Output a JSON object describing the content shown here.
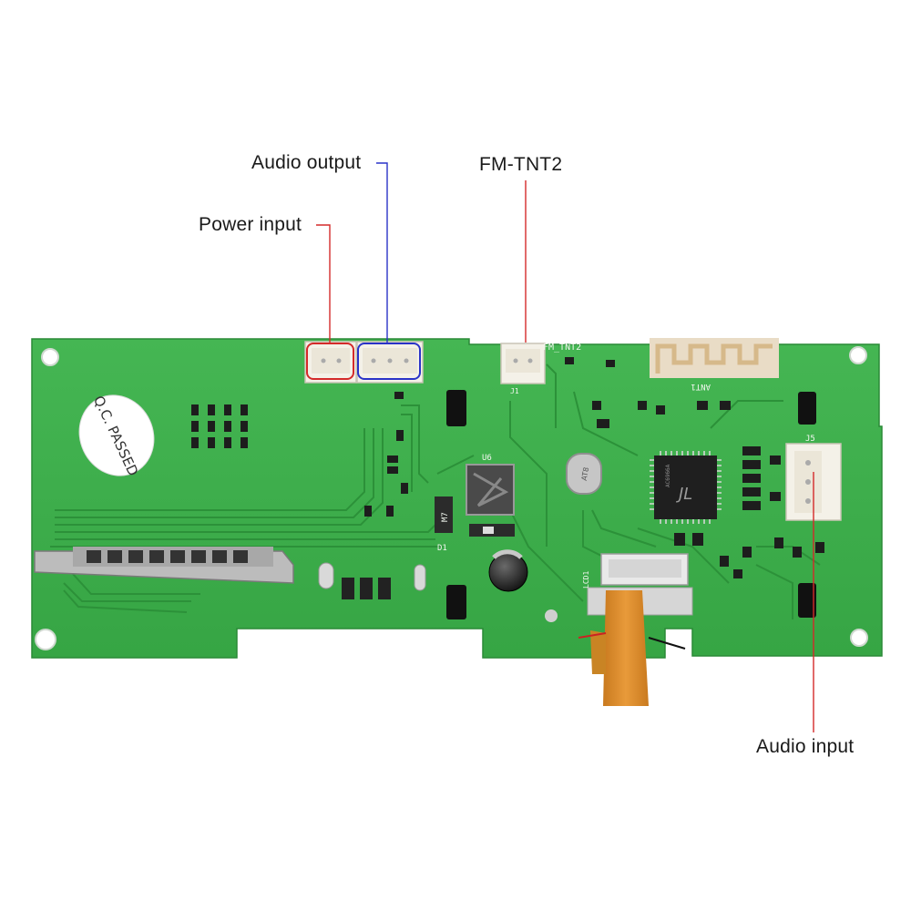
{
  "callouts": {
    "audio_output": "Audio output",
    "fm_module": "FM-TNT2",
    "power_input": "Power input",
    "audio_input": "Audio input"
  },
  "board": {
    "qc_sticker": "Q.C. PASSED",
    "chip_label": "U6",
    "fm_silkscreen": "FM_TNT2",
    "antenna_label": "ANT1",
    "connector_j5": "J5",
    "connector_j1": "J1",
    "lcd_label": "LCD1",
    "diode_label": "D1",
    "crystal_label": "AT8",
    "ic_vendor": "JL",
    "ic_code": "AC6966A",
    "inductor_label": "M7"
  },
  "colors": {
    "pcb": "#3dae4a",
    "pcb_dark": "#2f9a3c",
    "trace": "#2d8f3a",
    "power_line": "#d42a2a",
    "audio_output_line": "#2a33c8",
    "fm_line": "#d42a2a",
    "audio_input_line": "#d42a2a",
    "connector": "#f4f1e8",
    "ribbon": "#d98a2b"
  }
}
